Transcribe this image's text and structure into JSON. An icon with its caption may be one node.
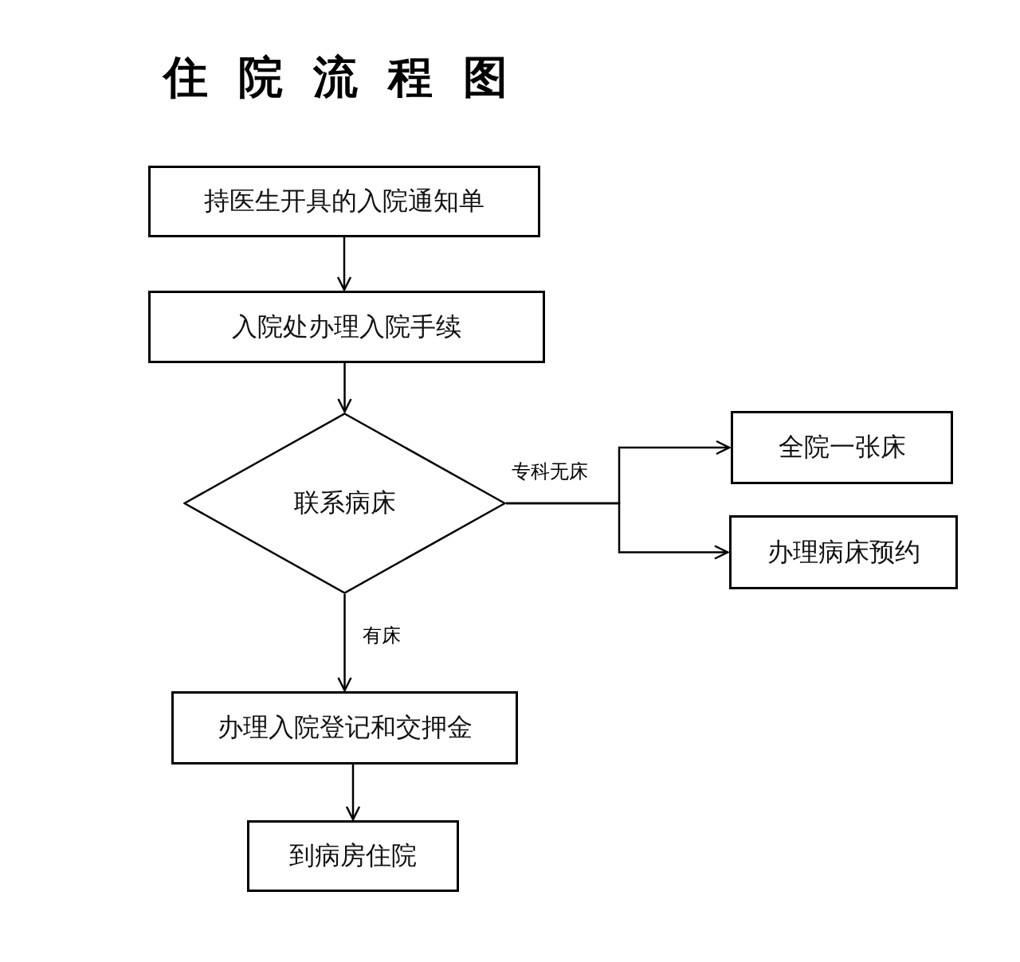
{
  "diagram": {
    "title": "住院流程图",
    "nodes": [
      {
        "text": [
          "持医生开具的入院通知单"
        ]
      },
      {
        "text": [
          "入院处办理入院手续"
        ]
      },
      {
        "text": [
          "联系病床"
        ]
      },
      {
        "text": [
          "全院一张床"
        ]
      },
      {
        "text": [
          "办理病床预约"
        ]
      },
      {
        "text": [
          "办理入院登记和交押金"
        ]
      },
      {
        "text": [
          "到病房住院"
        ]
      }
    ],
    "edges": [
      {
        "from": 0,
        "to": 1,
        "arrow": "to"
      },
      {
        "from": 1,
        "to": 2,
        "arrow": "to"
      },
      {
        "from": 2,
        "to": 3,
        "arrow": "to",
        "label": "专科无床"
      },
      {
        "from": 2,
        "to": 4,
        "arrow": "to"
      },
      {
        "from": 2,
        "to": 5,
        "arrow": "to",
        "label": "有床"
      },
      {
        "from": 5,
        "to": 6,
        "arrow": "to"
      }
    ]
  }
}
